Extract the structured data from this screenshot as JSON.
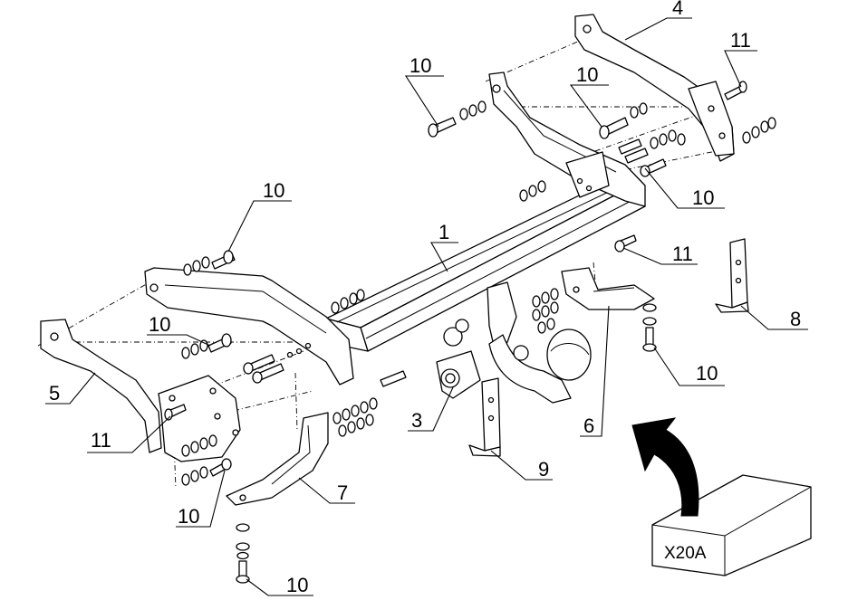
{
  "callouts": {
    "c1": "1",
    "c3": "3",
    "c4": "4",
    "c5": "5",
    "c6": "6",
    "c7": "7",
    "c8": "8",
    "c9": "9",
    "c10": "10",
    "c11": "11"
  },
  "kit_box": {
    "label": "X20A"
  },
  "colors": {
    "line": "#000000",
    "background": "#ffffff"
  }
}
